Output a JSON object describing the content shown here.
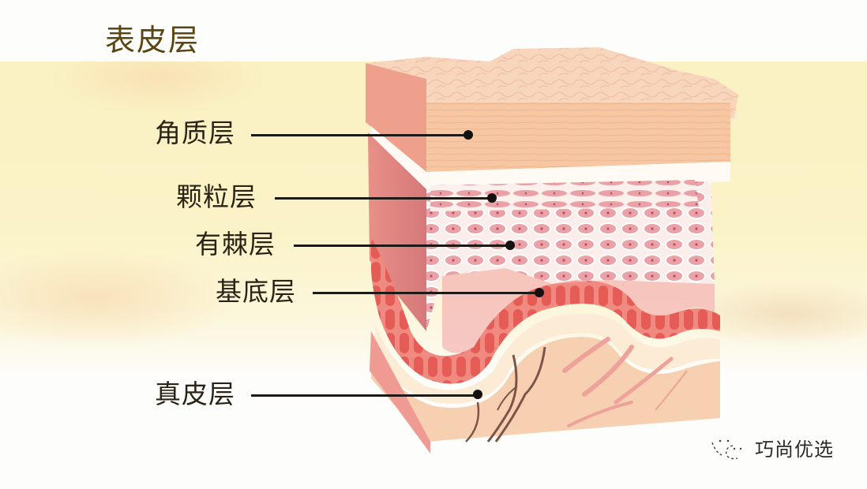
{
  "title": "表皮层",
  "layers": [
    {
      "id": "stratum-corneum",
      "label": "角质层"
    },
    {
      "id": "stratum-granulosum",
      "label": "颗粒层"
    },
    {
      "id": "stratum-spinosum",
      "label": "有棘层"
    },
    {
      "id": "stratum-basale",
      "label": "基底层"
    },
    {
      "id": "dermis",
      "label": "真皮层"
    }
  ],
  "watermark": {
    "icon": "wechat-icon",
    "text": "巧尚优选"
  },
  "colors": {
    "title": "#5a4512",
    "label": "#2b2416",
    "background": "#faf2c2",
    "corneum": "#f5c8a5",
    "spinosum": "#f2b3b8",
    "basale": "#e8706a",
    "dermis": "#f7d3b5",
    "side_face": "#e89a92"
  }
}
